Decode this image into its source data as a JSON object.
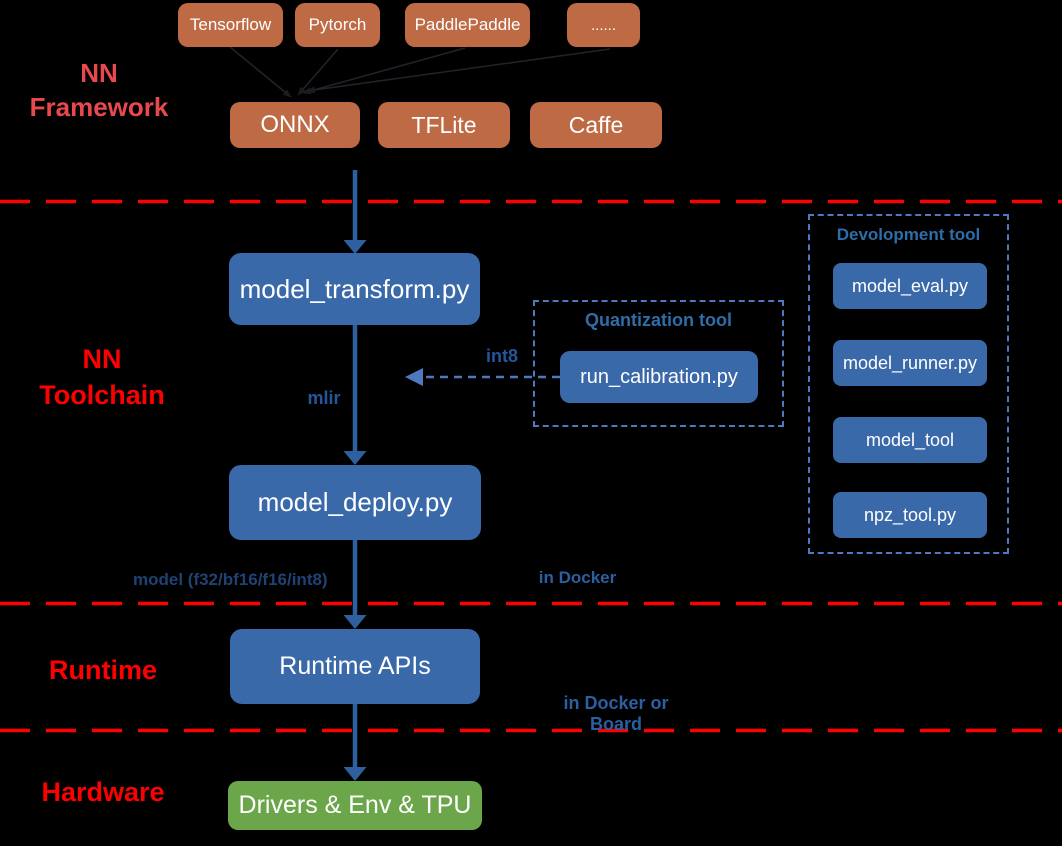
{
  "colors": {
    "background": "#000000",
    "framework_box_orange": "#BE6A45",
    "tool_box_blue": "#3A69AA",
    "hardware_box_green": "#6CA64B",
    "section_divider_red": "#FF0000",
    "framework_label_red": "#E8494F",
    "section_label_red": "#FF0000",
    "tool_title_blue": "#2E6DA8",
    "annotation_blue": "#24569A",
    "docker_note_blue": "#2C5F9F",
    "model_output_navy": "#1F4273",
    "flow_arrow_blue": "#2E5F9F",
    "dashed_arrow_blue": "#4E79BF"
  },
  "framework": {
    "label_line1": "NN",
    "label_line2": "Framework",
    "source_boxes": [
      "Tensorflow",
      "Pytorch",
      "PaddlePaddle",
      "......"
    ],
    "format_boxes": [
      "ONNX",
      "TFLite",
      "Caffe"
    ]
  },
  "toolchain": {
    "label_line1": "NN",
    "label_line2": "Toolchain",
    "transform_box": "model_transform.py",
    "deploy_box": "model_deploy.py",
    "mlir_label": "mlir",
    "int8_label": "int8",
    "model_output_label": "model (f32/bf16/f16/int8)",
    "in_docker_label": "in Docker",
    "quantization_tool": {
      "title": "Quantization tool",
      "box": "run_calibration.py"
    },
    "development_tool": {
      "title": "Devolopment tool",
      "boxes": [
        "model_eval.py",
        "model_runner.py",
        "model_tool",
        "npz_tool.py"
      ]
    }
  },
  "runtime": {
    "label": "Runtime",
    "box": "Runtime APIs",
    "note": "in Docker or Board"
  },
  "hardware": {
    "label": "Hardware",
    "box": "Drivers & Env & TPU"
  }
}
